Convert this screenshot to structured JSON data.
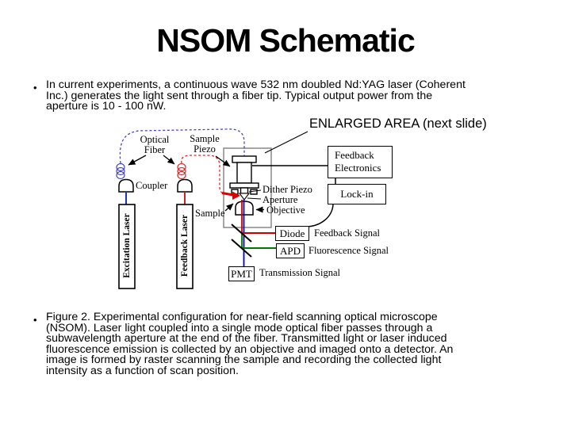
{
  "slide": {
    "title": "NSOM Schematic",
    "bullet_char": "•",
    "bullet1": "In current experiments, a continuous wave 532 nm doubled Nd:YAG laser (Coherent\nInc.) generates the light sent through a fiber tip.  Typical output power from the\naperture is 10 - 100 nW.",
    "caption": "Figure 2. Experimental configuration for near-field scanning optical microscope\n(NSOM).  Laser light coupled into a single mode optical fiber passes through a\nsubwavelength aperture at the end of the fiber.  Transmitted light or laser induced\nfluorescence emission is collected by an objective and imaged onto a detector.  An\nimage is formed by raster scanning the sample and recording the collected light\nintensity as a function of scan position."
  },
  "diagram": {
    "enlarged_area_label": "ENLARGED AREA (next slide)",
    "labels": {
      "optical_fiber": "Optical\nFiber",
      "sample_piezo": "Sample\nPiezo",
      "coupler": "Coupler",
      "sample": "Sample",
      "dither_piezo": "Dither Piezo",
      "aperture": "Aperture",
      "objective": "Objective",
      "excitation_laser": "Excitation Laser",
      "feedback_laser": "Feedback Laser",
      "feedback_electronics": "Feedback\nElectronics",
      "lock_in": "Lock-in",
      "diode": "Diode",
      "apd": "APD",
      "pmt": "PMT",
      "feedback_signal": "Feedback Signal",
      "fluorescence_signal": "Fluorescence Signal",
      "transmission_signal": "Transmission Signal"
    },
    "colors": {
      "fiber_blue": "#4747c4",
      "fiber_red": "#d92b2b",
      "beam_blue": "#0000cc",
      "beam_red": "#cc0000",
      "beam_green": "#007700",
      "enlarged_box_gray": "#909090"
    }
  }
}
